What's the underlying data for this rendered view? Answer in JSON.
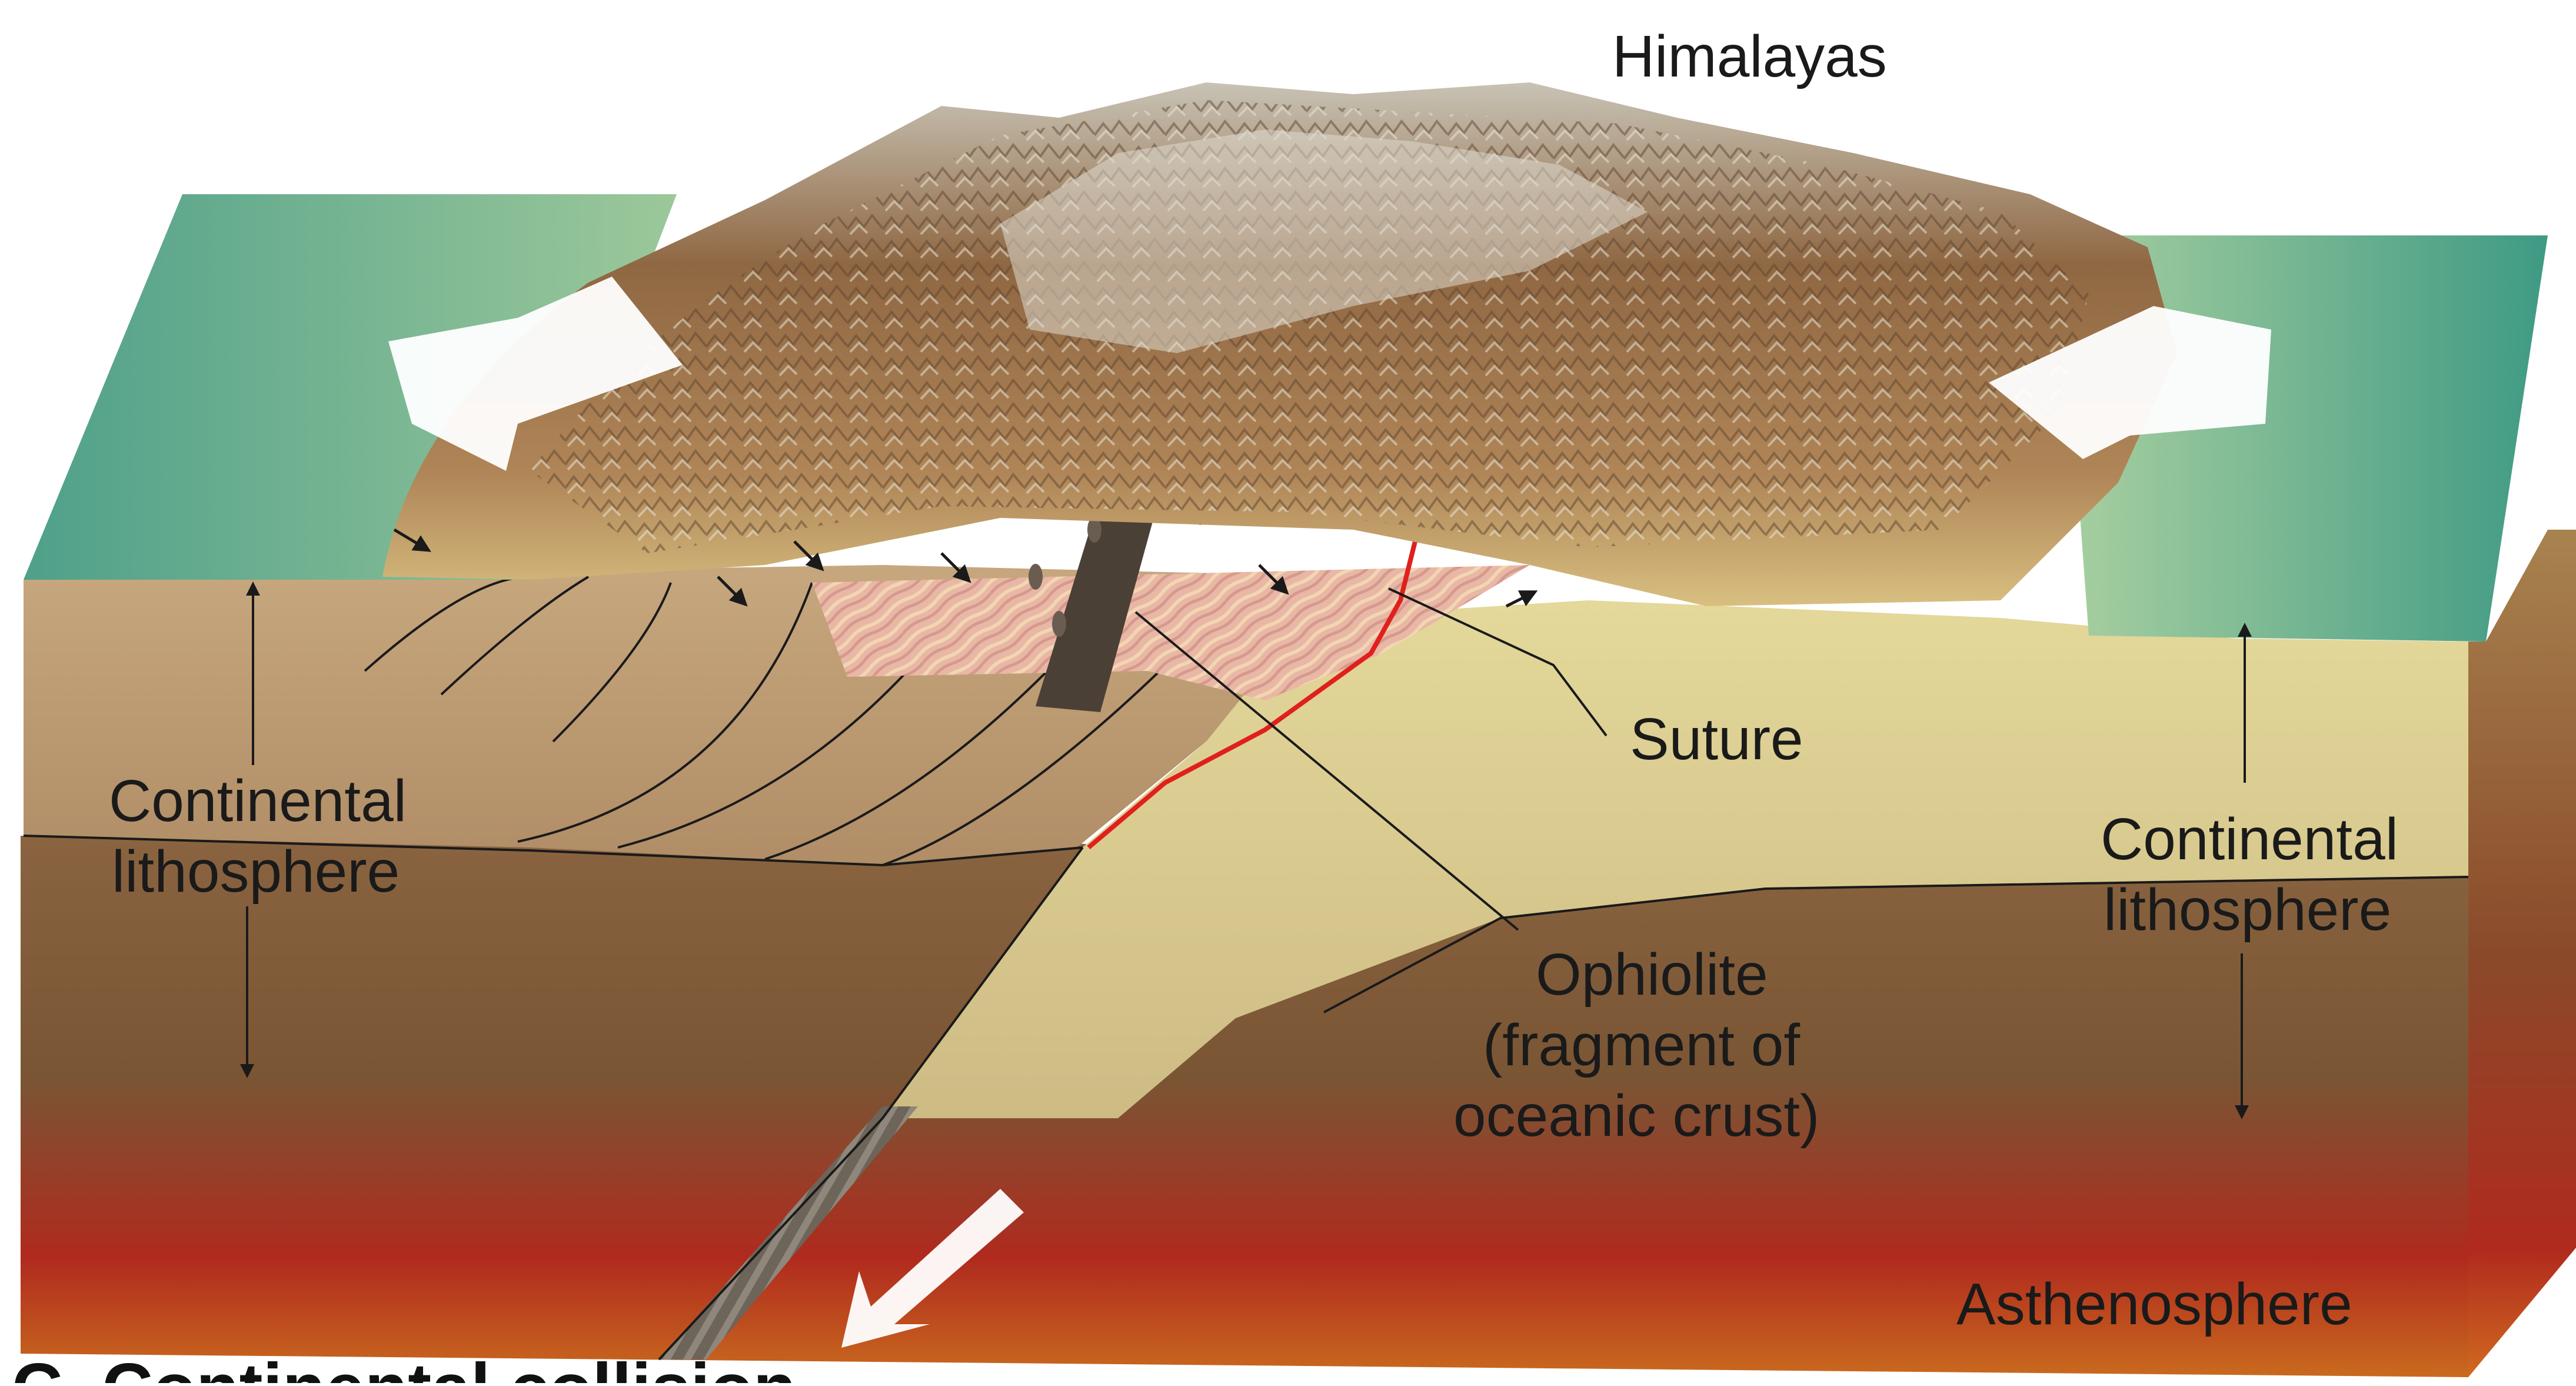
{
  "labels": {
    "mountains": "Himalayas",
    "suture": "Suture",
    "ophiolite_line1": "Ophiolite",
    "ophiolite_line2": "(fragment of",
    "ophiolite_line3": "oceanic crust)",
    "left_lithosphere_line1": "Continental",
    "left_lithosphere_line2": "lithosphere",
    "right_lithosphere_line1": "Continental",
    "right_lithosphere_line2": "lithosphere",
    "asthenosphere": "Asthenosphere"
  },
  "caption_fragment": "C. Continental collision",
  "colors": {
    "surface_green": "#5fae93",
    "mountain_brown": "#9a7048",
    "crust_tan": "#bfa077",
    "indian_plate_yellow": "#d9cd8e",
    "mantle_brown": "#7f5a36",
    "asthenosphere_red": "#b3221a",
    "suture_red": "#e0201c",
    "ophiolite_dark": "#4b4036",
    "arrow_white": "#ffffff"
  }
}
